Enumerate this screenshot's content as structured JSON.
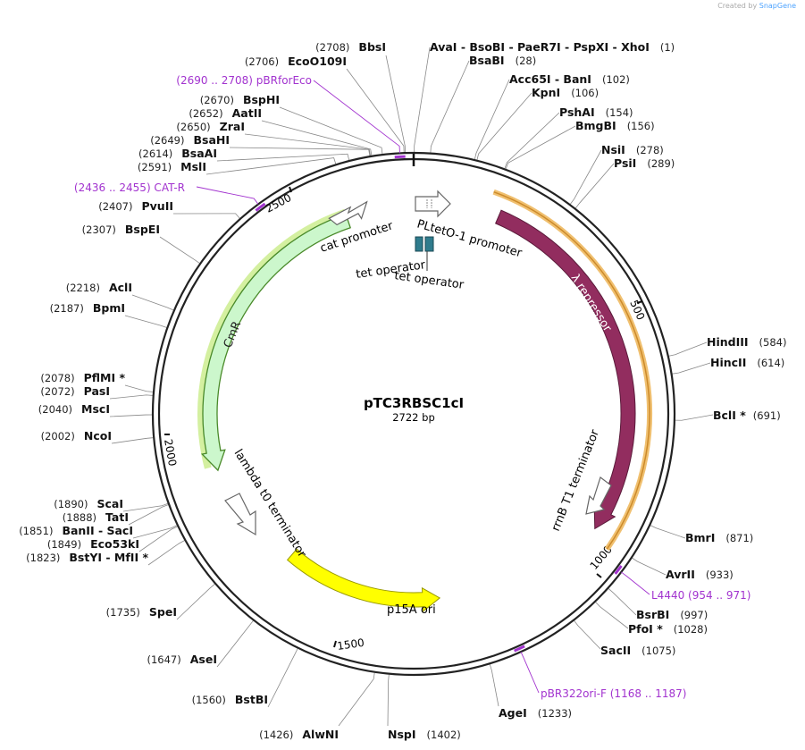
{
  "credit": {
    "prefix": "Created by",
    "brand": "SnapGene"
  },
  "plasmid": {
    "name": "pTC3RBSC1cI",
    "size_label": "2722 bp",
    "length": 2722
  },
  "colors": {
    "backbone": "#222222",
    "lambda_repressor": "#922d5f",
    "cmr": "#ccf7cc",
    "cmr_edge": "#6f9d3a",
    "p15a": "#ffff00",
    "operator": "#2f7c8d",
    "primer": "#a233cf",
    "orf_highlight": "#f0c070"
  },
  "ticks": [
    "500",
    "1000",
    "1500",
    "2000",
    "2500"
  ],
  "features": [
    {
      "id": "lambda",
      "label": "λ repressor",
      "start": 176,
      "end": 925,
      "kind": "lambda"
    },
    {
      "id": "cmr",
      "label": "CmR",
      "start": 1920,
      "end": 2580,
      "kind": "cmr"
    },
    {
      "id": "p15a",
      "label": "p15A ori",
      "start": 1300,
      "end": 1670,
      "kind": "p15a"
    },
    {
      "id": "pltet",
      "label": "PLtetO-1 promoter",
      "kind": "promoter"
    },
    {
      "id": "catprom",
      "label": "cat promoter",
      "kind": "promoter"
    },
    {
      "id": "rrnb",
      "label": "rrnB T1 terminator",
      "kind": "terminator"
    },
    {
      "id": "lt0",
      "label": "lambda t0 terminator",
      "kind": "terminator"
    },
    {
      "id": "tet1",
      "label": "tet operator",
      "kind": "operator"
    },
    {
      "id": "tet2",
      "label": "tet operator",
      "kind": "operator"
    }
  ],
  "sites": [
    {
      "num": "(2708)",
      "name": "BbsI"
    },
    {
      "num": "(2706)",
      "name": "EcoO109I"
    },
    {
      "num": "(2670)",
      "name": "BspHI"
    },
    {
      "num": "(2652)",
      "name": "AatII"
    },
    {
      "num": "(2650)",
      "name": "ZraI"
    },
    {
      "num": "(2649)",
      "name": "BsaHI"
    },
    {
      "num": "(2614)",
      "name": "BsaAI"
    },
    {
      "num": "(2591)",
      "name": "MslI"
    },
    {
      "num": "(2407)",
      "name": "PvuII"
    },
    {
      "num": "(2307)",
      "name": "BspEI"
    },
    {
      "num": "(2218)",
      "name": "AclI"
    },
    {
      "num": "(2187)",
      "name": "BpmI"
    },
    {
      "num": "(2078)",
      "name": "PflMI *"
    },
    {
      "num": "(2072)",
      "name": "PasI"
    },
    {
      "num": "(2040)",
      "name": "MscI"
    },
    {
      "num": "(2002)",
      "name": "NcoI"
    },
    {
      "num": "(1890)",
      "name": "ScaI"
    },
    {
      "num": "(1888)",
      "name": "TatI"
    },
    {
      "num": "(1851)",
      "name": "BanII  - SacI"
    },
    {
      "num": "(1849)",
      "name": "Eco53kI"
    },
    {
      "num": "(1823)",
      "name": "BstYI  - MfII *"
    },
    {
      "num": "(1735)",
      "name": "SpeI"
    },
    {
      "num": "(1647)",
      "name": "AseI"
    },
    {
      "num": "(1560)",
      "name": "BstBI"
    },
    {
      "num": "(1426)",
      "name": "AlwNI"
    },
    {
      "num": "(1402)",
      "name": "NspI"
    },
    {
      "num": "(1233)",
      "name": "AgeI"
    },
    {
      "num": "(1075)",
      "name": "SacII"
    },
    {
      "num": "(1028)",
      "name": "PfoI *"
    },
    {
      "num": "(997)",
      "name": "BsrBI"
    },
    {
      "num": "(933)",
      "name": "AvrII"
    },
    {
      "num": "(871)",
      "name": "BmrI"
    },
    {
      "num": "(691)",
      "name": "BclI *"
    },
    {
      "num": "(614)",
      "name": "HincII"
    },
    {
      "num": "(584)",
      "name": "HindIII"
    },
    {
      "num": "(289)",
      "name": "PsiI"
    },
    {
      "num": "(278)",
      "name": "NsiI"
    },
    {
      "num": "(156)",
      "name": "BmgBI"
    },
    {
      "num": "(154)",
      "name": "PshAI"
    },
    {
      "num": "(106)",
      "name": "KpnI"
    },
    {
      "num": "(102)",
      "name": "Acc65I  - BanI"
    },
    {
      "num": "(28)",
      "name": "BsaBI"
    },
    {
      "num": "(1)",
      "name": "AvaI  - BsoBI  - PaeR7I  - PspXI  - XhoI"
    }
  ],
  "primers": [
    {
      "label": "(2690 .. 2708)  pBRforEco"
    },
    {
      "label": "(2436 .. 2455)  CAT-R"
    },
    {
      "label": "L4440   (954 .. 971)"
    },
    {
      "label": "pBR322ori-F   (1168 .. 1187)"
    }
  ]
}
